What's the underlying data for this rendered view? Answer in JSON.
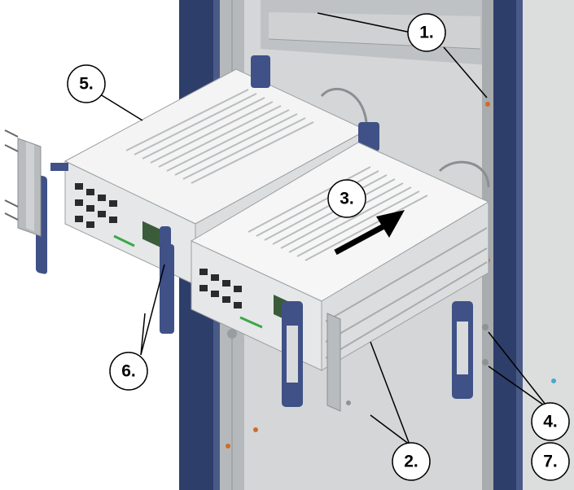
{
  "colors": {
    "rack_frame": "#2f3f6e",
    "rack_interior": "#c9cbcc",
    "rack_wall": "#d9dadb",
    "device_body": "#eceded",
    "device_top": "#f5f5f5",
    "handle": "#3f5186",
    "arrow": "#000000"
  },
  "callouts": [
    {
      "id": "c1",
      "label": "1."
    },
    {
      "id": "c2",
      "label": "2."
    },
    {
      "id": "c3",
      "label": "3."
    },
    {
      "id": "c4",
      "label": "4."
    },
    {
      "id": "c5",
      "label": "5."
    },
    {
      "id": "c6",
      "label": "6."
    },
    {
      "id": "c7",
      "label": "7."
    }
  ]
}
